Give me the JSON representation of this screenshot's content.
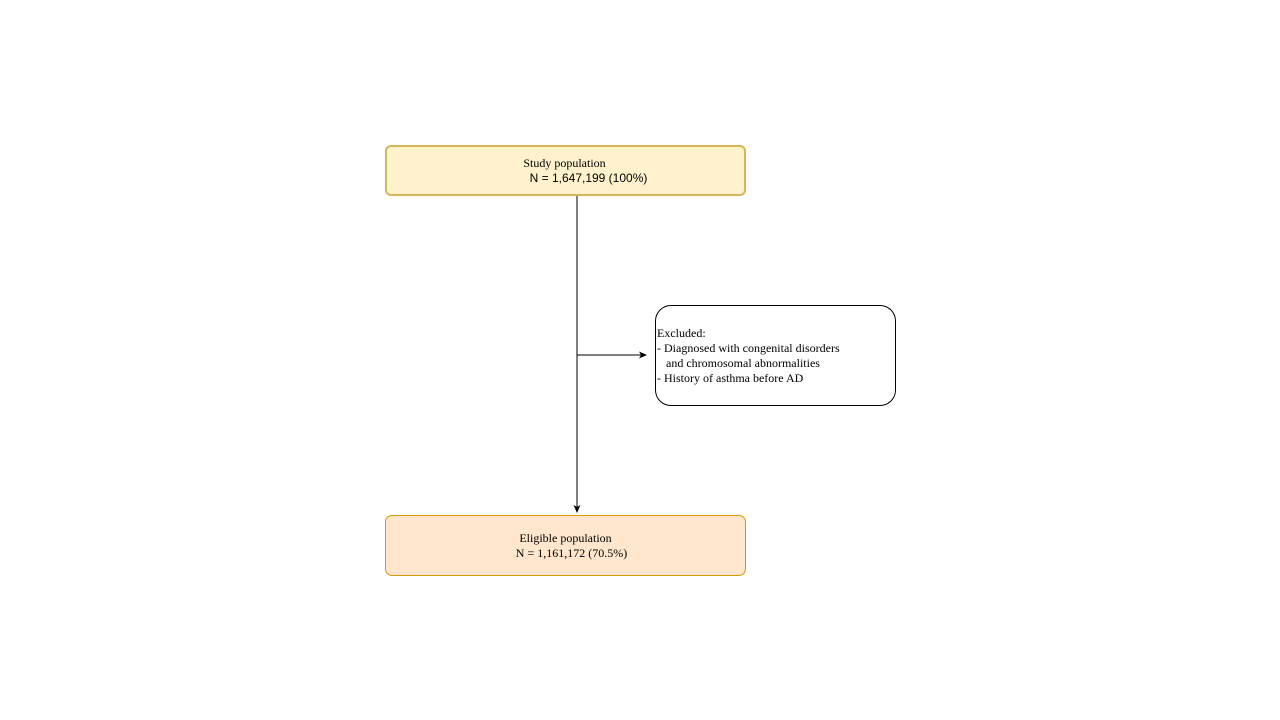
{
  "study_box": {
    "label": "Study population",
    "count": "N = 1,647,199 (100%)"
  },
  "excluded_box": {
    "heading": "Excluded:",
    "items": [
      "- Diagnosed with congenital disorders",
      "   and chromosomal abnormalities",
      "- History of asthma before AD"
    ]
  },
  "eligible_box": {
    "label": "Eligible population",
    "count": "N = 1,161,172 (70.5%)"
  },
  "colors": {
    "study_fill": "#fff2cc",
    "study_border": "#d6b656",
    "eligible_fill": "#ffe6cc",
    "eligible_border": "#d79b00",
    "excluded_border": "#000000",
    "connector": "#000000"
  }
}
